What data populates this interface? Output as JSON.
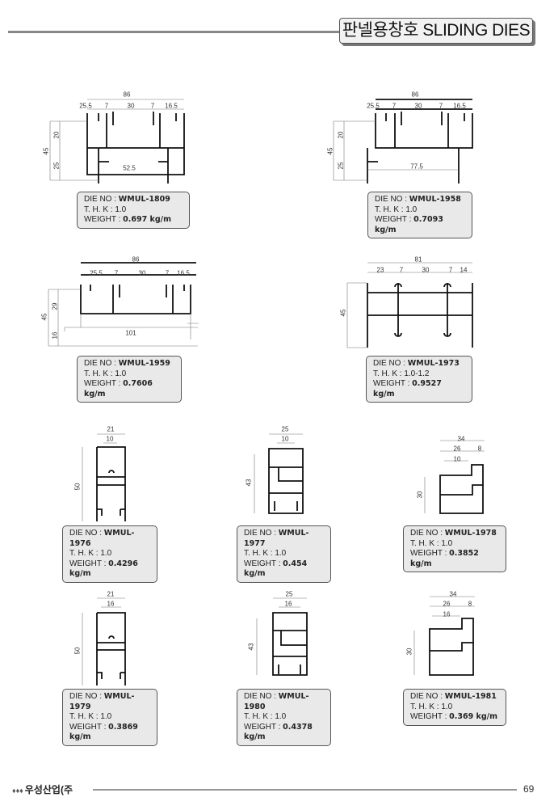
{
  "header": {
    "title": "판넬용창호 SLIDING DIES"
  },
  "labels": {
    "die_no": "DIE NO :",
    "thk": "T. H. K :",
    "weight": "WEIGHT :"
  },
  "dies": [
    {
      "die_no": "WMUL-1809",
      "thk": "1.0",
      "weight": "0.697 kg/m",
      "dims": [
        "86",
        "25.5",
        "7",
        "30",
        "7",
        "16.5",
        "45",
        "20",
        "25",
        "52.5"
      ]
    },
    {
      "die_no": "WMUL-1958",
      "thk": "1.0",
      "weight": "0.7093 kg/m",
      "dims": [
        "86",
        "25.5",
        "7",
        "30",
        "7",
        "16.5",
        "45",
        "20",
        "25",
        "77.5"
      ]
    },
    {
      "die_no": "WMUL-1959",
      "thk": "1.0",
      "weight": "0.7606 kg/m",
      "dims": [
        "86",
        "25.5",
        "7",
        "30",
        "7",
        "16.5",
        "45",
        "29",
        "16",
        "101"
      ]
    },
    {
      "die_no": "WMUL-1973",
      "thk": "1.0-1.2",
      "weight": "0.9527 kg/m",
      "dims": [
        "81",
        "23",
        "7",
        "30",
        "7",
        "14",
        "45"
      ]
    },
    {
      "die_no": "WMUL-1976",
      "thk": "1.0",
      "weight": "0.4296 kg/m",
      "dims": [
        "21",
        "10",
        "50"
      ]
    },
    {
      "die_no": "WMUL-1977",
      "thk": "1.0",
      "weight": "0.454 kg/m",
      "dims": [
        "25",
        "10",
        "43"
      ]
    },
    {
      "die_no": "WMUL-1978",
      "thk": "1.0",
      "weight": "0.3852 kg/m",
      "dims": [
        "34",
        "26",
        "8",
        "10",
        "30"
      ]
    },
    {
      "die_no": "WMUL-1979",
      "thk": "1.0",
      "weight": "0.3869 kg/m",
      "dims": [
        "21",
        "16",
        "50"
      ]
    },
    {
      "die_no": "WMUL-1980",
      "thk": "1.0",
      "weight": "0.4378 kg/m",
      "dims": [
        "25",
        "16",
        "43"
      ]
    },
    {
      "die_no": "WMUL-1981",
      "thk": "1.0",
      "weight": "0.369 kg/m",
      "dims": [
        "34",
        "26",
        "8",
        "16",
        "30"
      ]
    }
  ],
  "footer": {
    "company": "우성산업(주",
    "page_number": "69"
  }
}
